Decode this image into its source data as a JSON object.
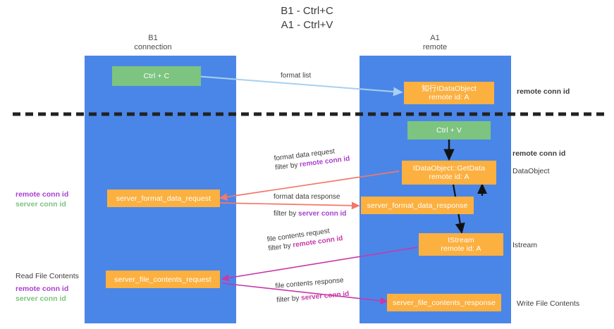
{
  "title": {
    "line1": "B1 - Ctrl+C",
    "line2": "A1 - Ctrl+V"
  },
  "columns": [
    {
      "name": "B1",
      "role": "connection"
    },
    {
      "name": "A1",
      "role": "remote"
    }
  ],
  "nodes": {
    "ctrl_c": "Ctrl + C",
    "ctrl_v": "Ctrl + V",
    "dataobject_create_l1": "知行IDataObject",
    "dataobject_create_l2": "remote id: A",
    "getdata_l1": "IDataObject::GetData",
    "getdata_l2": "remote id: A",
    "istream_l1": "IStream",
    "istream_l2": "remote id: A",
    "server_format_data_request": "server_format_data_request",
    "server_format_data_response": "server_format_data_response",
    "server_file_contents_request": "server_file_contents_request",
    "server_file_contents_response": "server_file_contents_response"
  },
  "edges": {
    "format_list": "format list",
    "format_data_request": "format data request",
    "format_data_request_filter_prefix": "filter by ",
    "format_data_request_filter_key": "remote conn id",
    "format_data_response": "format data response",
    "format_data_response_filter_prefix": "filter by ",
    "format_data_response_filter_key": "server conn id",
    "file_contents_request": "file contents request",
    "file_contents_request_filter_prefix": "filter by ",
    "file_contents_request_filter_key": "remote conn id",
    "file_contents_response": "file contents response",
    "file_contents_response_filter_prefix": "filter by ",
    "file_contents_response_filter_key": "server conn id"
  },
  "annotations": {
    "left_mid_remote": "remote conn id",
    "left_mid_server": "server conn id",
    "left_read_file_contents": "Read File Contents",
    "left_bottom_remote": "remote conn id",
    "left_bottom_server": "server conn id",
    "right_top_remote": "remote conn id",
    "right_mid_remote": "remote conn id",
    "right_dataobject": "DataObject",
    "right_istream": "Istream",
    "right_write_file_contents": "Write File Contents"
  },
  "colors": {
    "band": "#4a86e8",
    "green_node": "#7cc47f",
    "orange_node": "#fbb040",
    "purple": "#a83fd0",
    "magenta": "#c838a8",
    "red_arrow": "#f4776b",
    "light_blue_arrow": "#a8d0f0",
    "divider": "#222222"
  }
}
